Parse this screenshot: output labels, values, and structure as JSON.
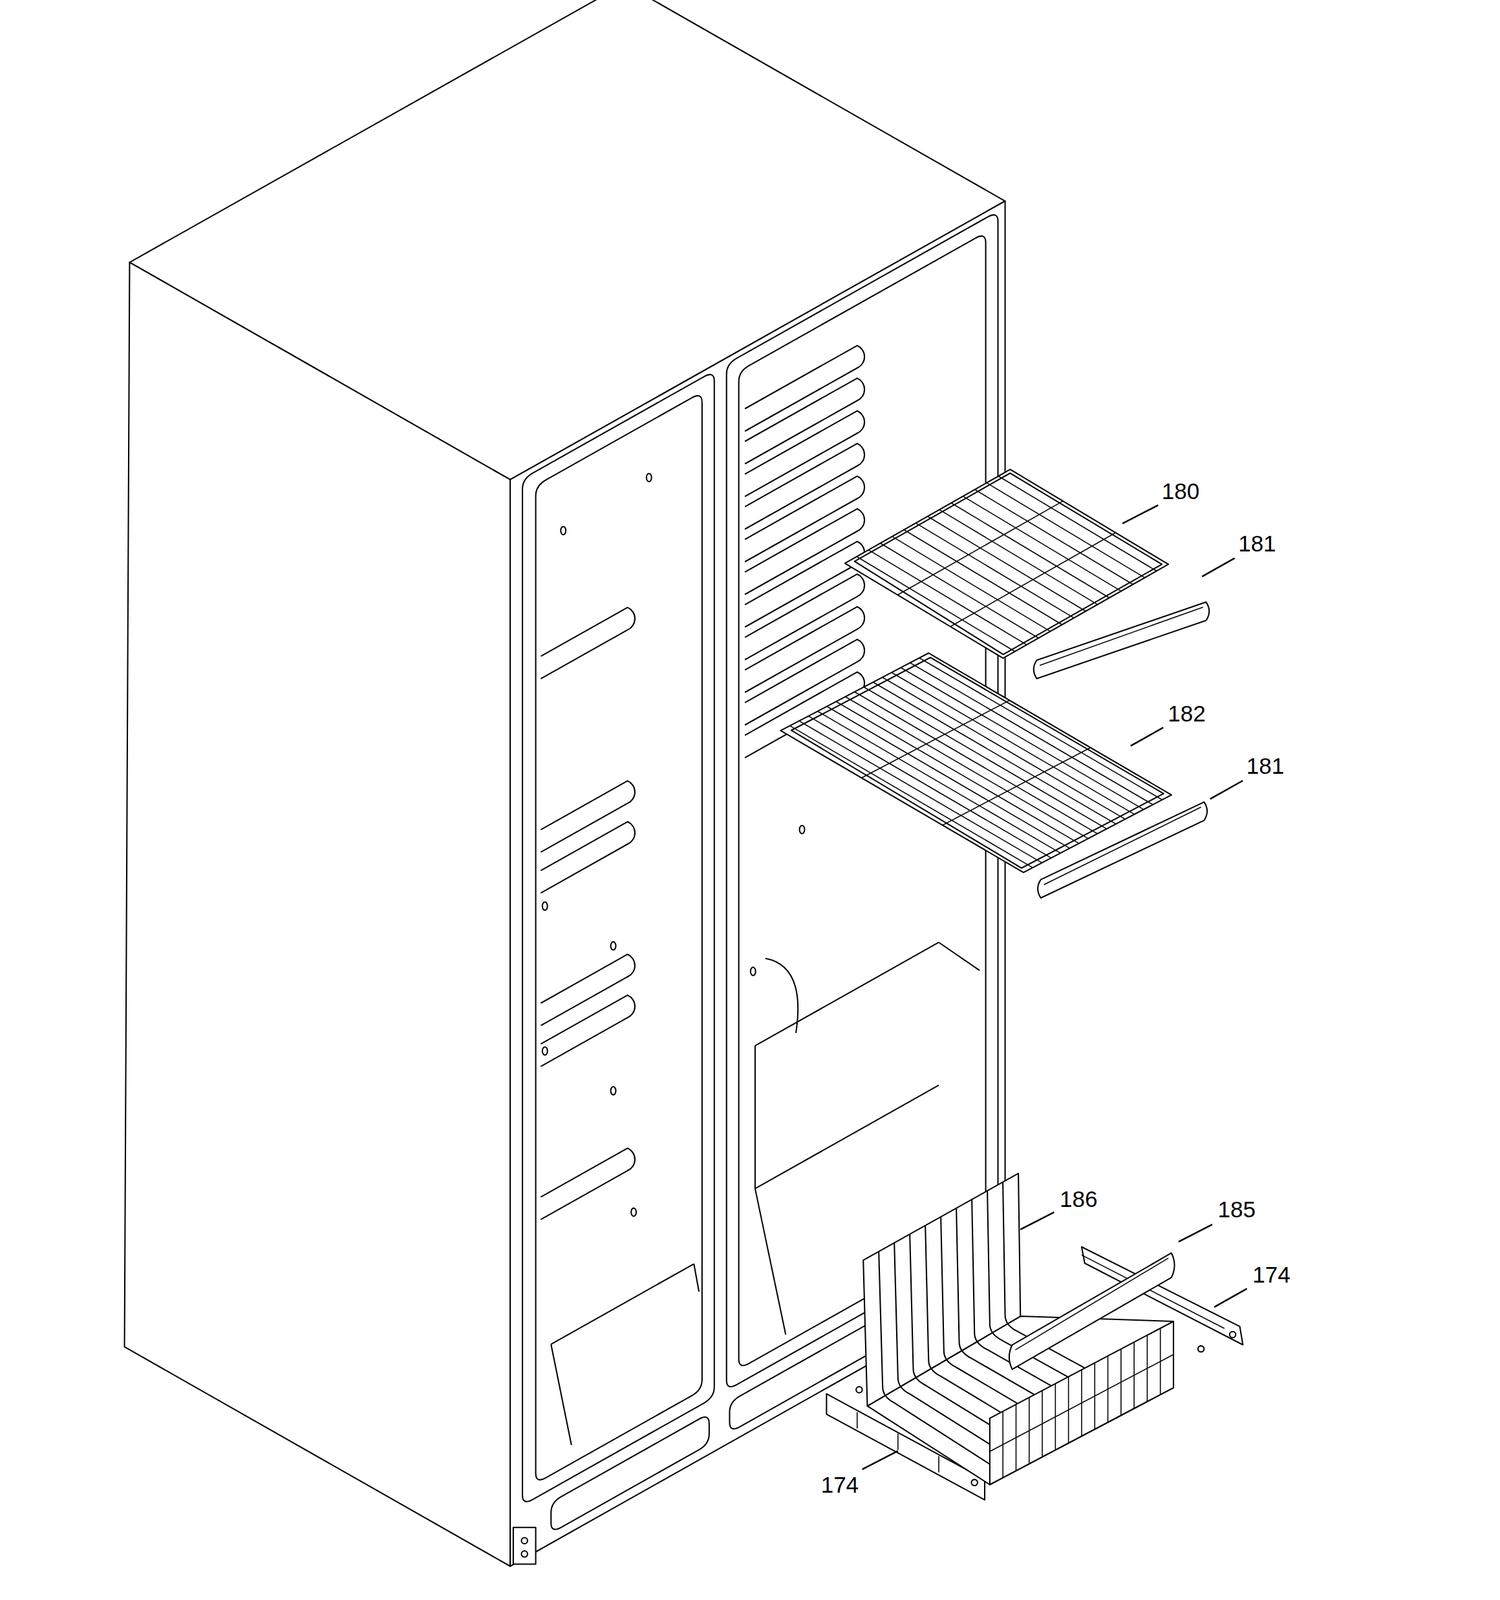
{
  "diagram": {
    "labels": [
      "180",
      "181",
      "182",
      "181",
      "186",
      "185",
      "174",
      "174"
    ]
  }
}
